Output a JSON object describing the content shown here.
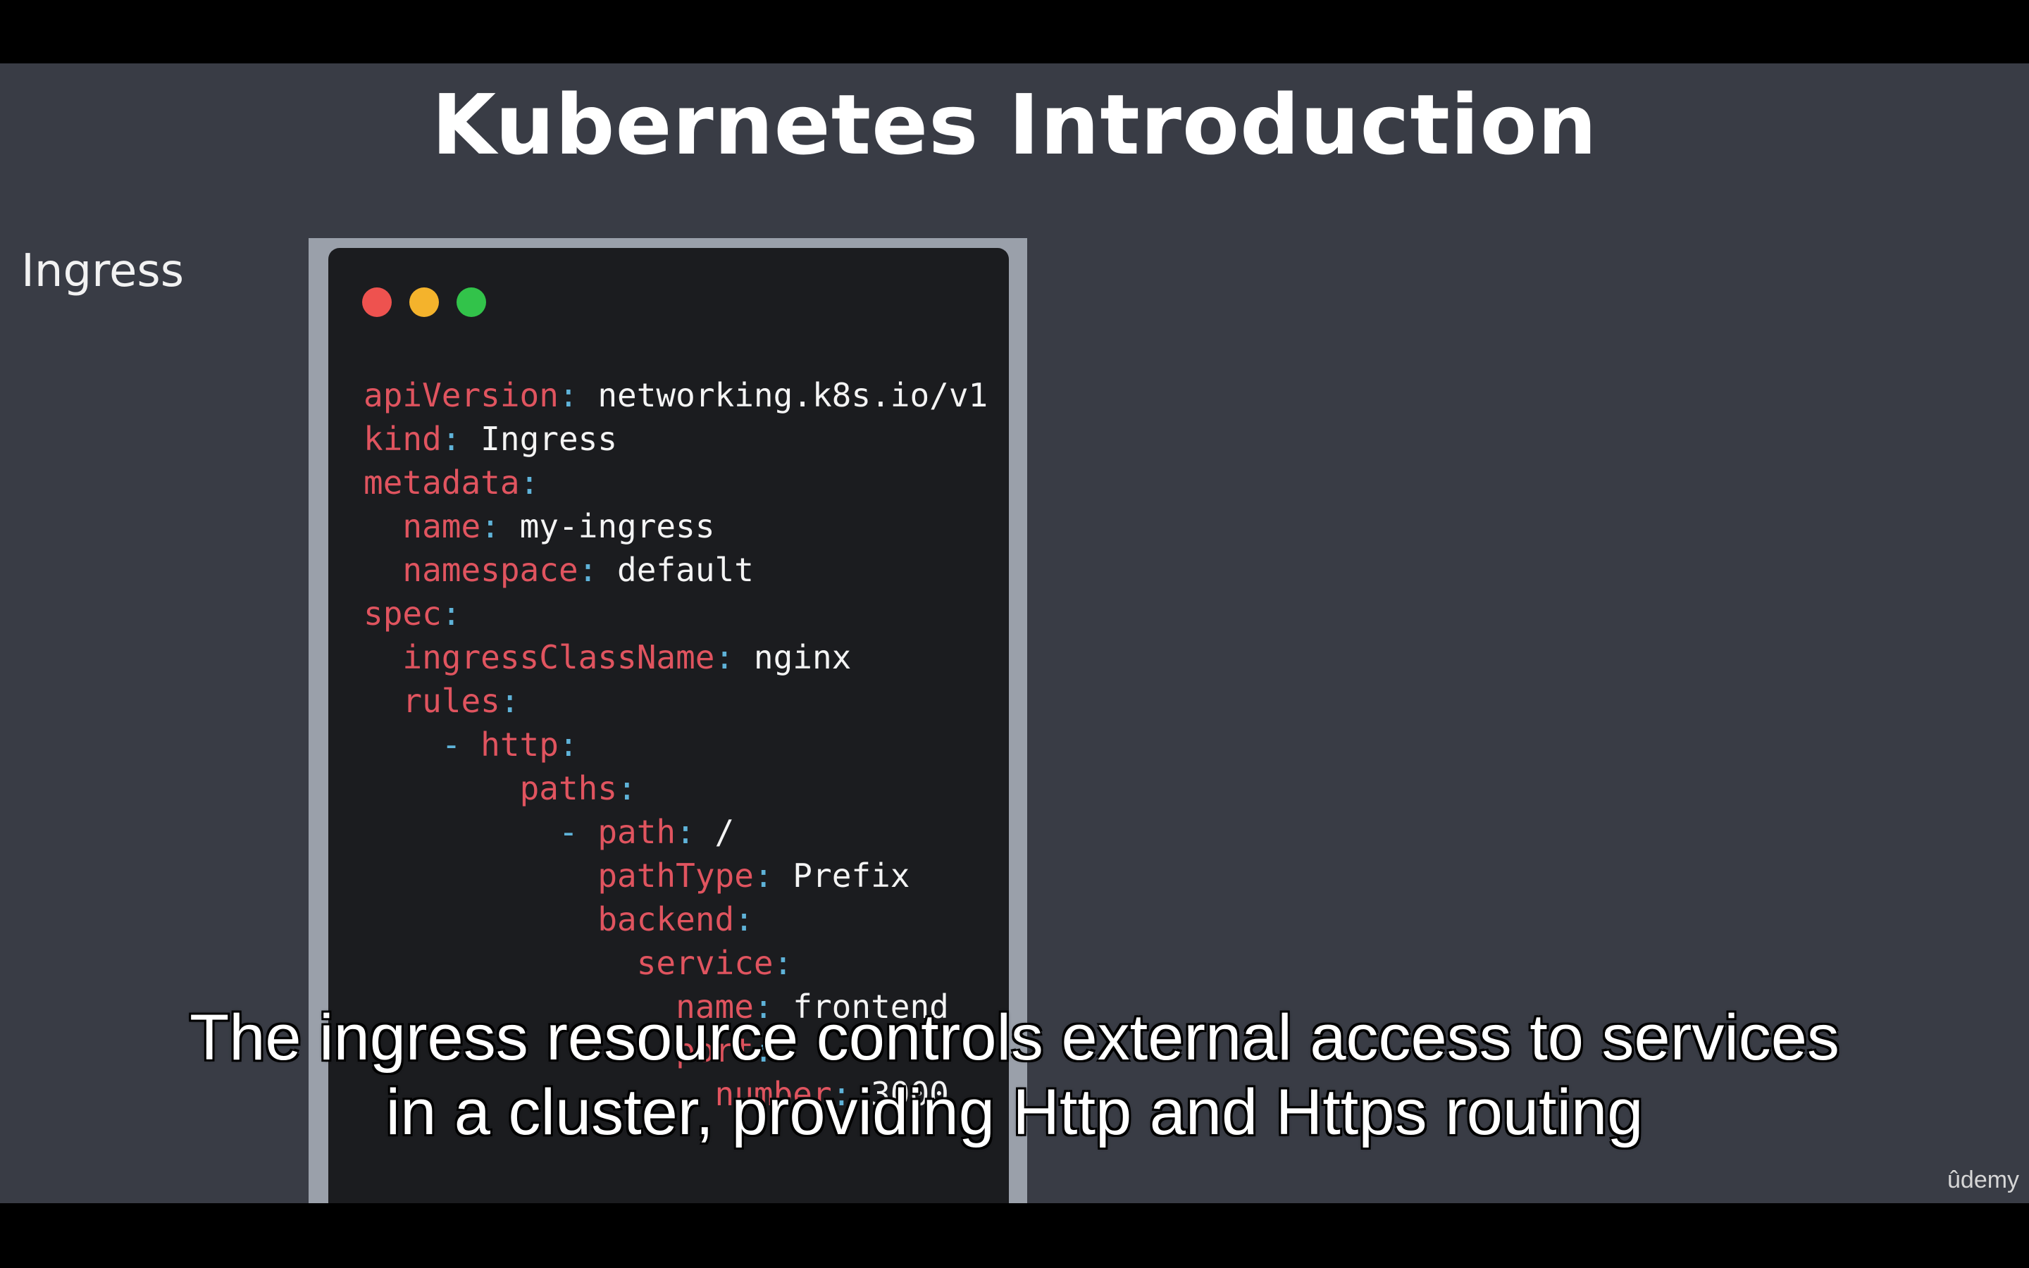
{
  "slide": {
    "title": "Kubernetes Introduction",
    "section_label": "Ingress"
  },
  "code_window": {
    "lines": [
      {
        "indent": "",
        "key": "apiVersion",
        "colon": ":",
        "value": " networking.k8s.io/v1"
      },
      {
        "indent": "",
        "key": "kind",
        "colon": ":",
        "value": " Ingress"
      },
      {
        "indent": "",
        "key": "metadata",
        "colon": ":",
        "value": ""
      },
      {
        "indent": "  ",
        "key": "name",
        "colon": ":",
        "value": " my-ingress"
      },
      {
        "indent": "  ",
        "key": "namespace",
        "colon": ":",
        "value": " default"
      },
      {
        "indent": "",
        "key": "spec",
        "colon": ":",
        "value": ""
      },
      {
        "indent": "  ",
        "key": "ingressClassName",
        "colon": ":",
        "value": " nginx"
      },
      {
        "indent": "  ",
        "key": "rules",
        "colon": ":",
        "value": ""
      },
      {
        "indent": "    - ",
        "key": "http",
        "colon": ":",
        "value": ""
      },
      {
        "indent": "        ",
        "key": "paths",
        "colon": ":",
        "value": ""
      },
      {
        "indent": "          - ",
        "key": "path",
        "colon": ":",
        "value": " /"
      },
      {
        "indent": "            ",
        "key": "pathType",
        "colon": ":",
        "value": " Prefix"
      },
      {
        "indent": "            ",
        "key": "backend",
        "colon": ":",
        "value": ""
      },
      {
        "indent": "              ",
        "key": "service",
        "colon": ":",
        "value": ""
      },
      {
        "indent": "                ",
        "key": "name",
        "colon": ":",
        "value": " frontend"
      },
      {
        "indent": "                ",
        "key": "port",
        "colon": ":",
        "value": ""
      },
      {
        "indent": "                  ",
        "key": "number",
        "colon": ":",
        "value": " 3000"
      }
    ]
  },
  "caption": {
    "line1": "The ingress resource controls external access to services",
    "line2": "in a cluster, providing Http and Https routing"
  },
  "watermark": {
    "logo_text": "ûdemy"
  },
  "colors": {
    "slide_bg": "#393c45",
    "code_bg": "#1b1c1f",
    "key": "#e0545f",
    "colon": "#5fb3d9",
    "dot_red": "#ee524f",
    "dot_yellow": "#f4b32c",
    "dot_green": "#32c34a"
  }
}
